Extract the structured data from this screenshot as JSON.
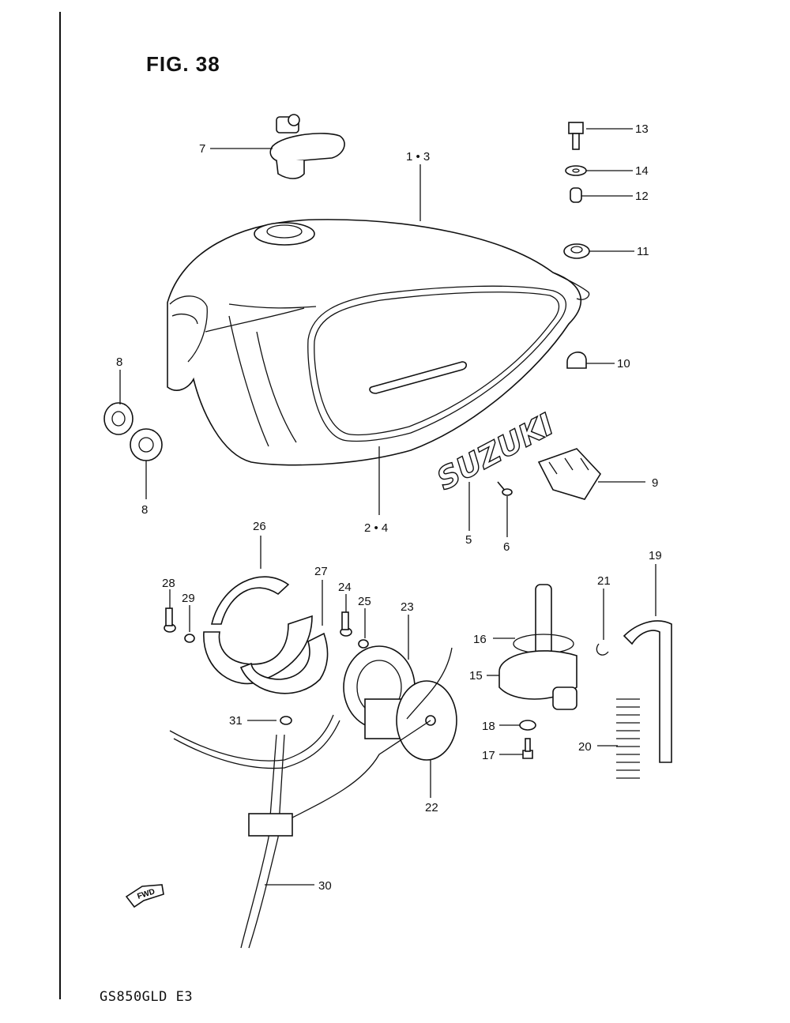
{
  "figure": {
    "title": "FIG. 38",
    "model": "GS850GLD E3"
  },
  "logo_text": "SUZUKI",
  "fwd_text": "FWD",
  "callouts": {
    "c1": "1 • 3",
    "c2": "2 • 4",
    "c5": "5",
    "c6": "6",
    "c7": "7",
    "c8a": "8",
    "c8b": "8",
    "c9": "9",
    "c10": "10",
    "c11": "11",
    "c12": "12",
    "c13": "13",
    "c14": "14",
    "c15": "15",
    "c16": "16",
    "c17": "17",
    "c18": "18",
    "c19": "19",
    "c20": "20",
    "c21": "21",
    "c22": "22",
    "c23": "23",
    "c24": "24",
    "c25": "25",
    "c26": "26",
    "c27": "27",
    "c28": "28",
    "c29": "29",
    "c30": "30",
    "c31": "31"
  }
}
